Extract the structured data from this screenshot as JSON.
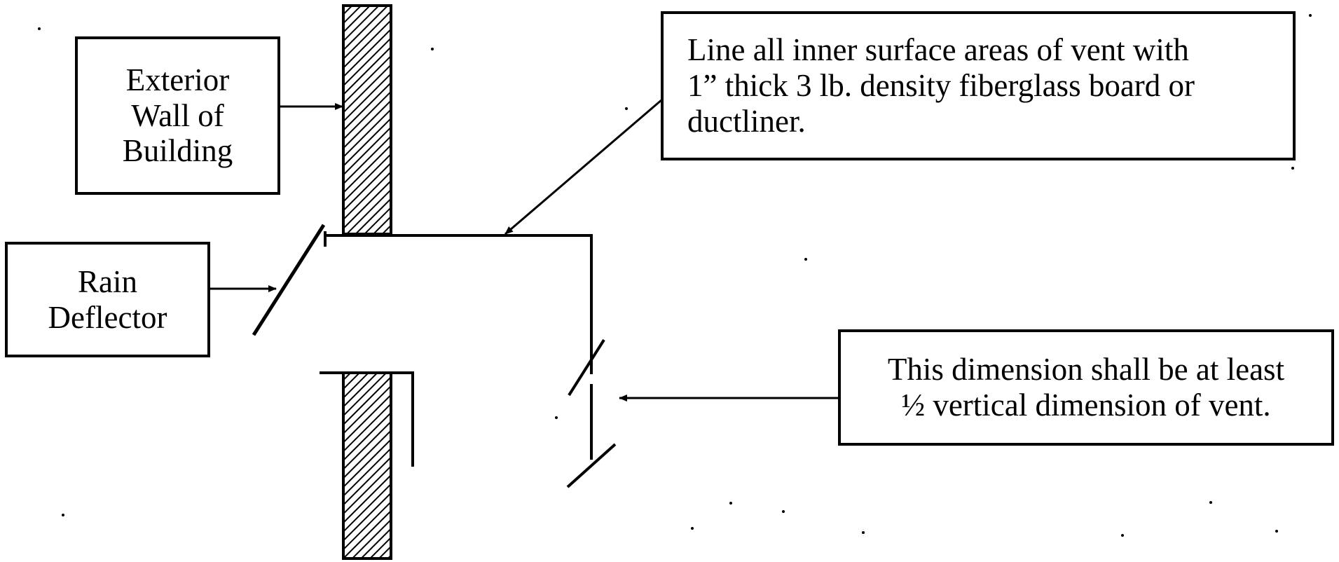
{
  "callouts": {
    "exterior_wall": "Exterior\nWall of\nBuilding",
    "rain_deflector": "Rain\nDeflector",
    "lining": "Line all inner surface areas of vent with\n1” thick 3 lb. density fiberglass board or\nductliner.",
    "dimension": "This dimension shall be at least\n½ vertical dimension of vent."
  },
  "colors": {
    "ink": "#000000",
    "background": "#ffffff"
  }
}
